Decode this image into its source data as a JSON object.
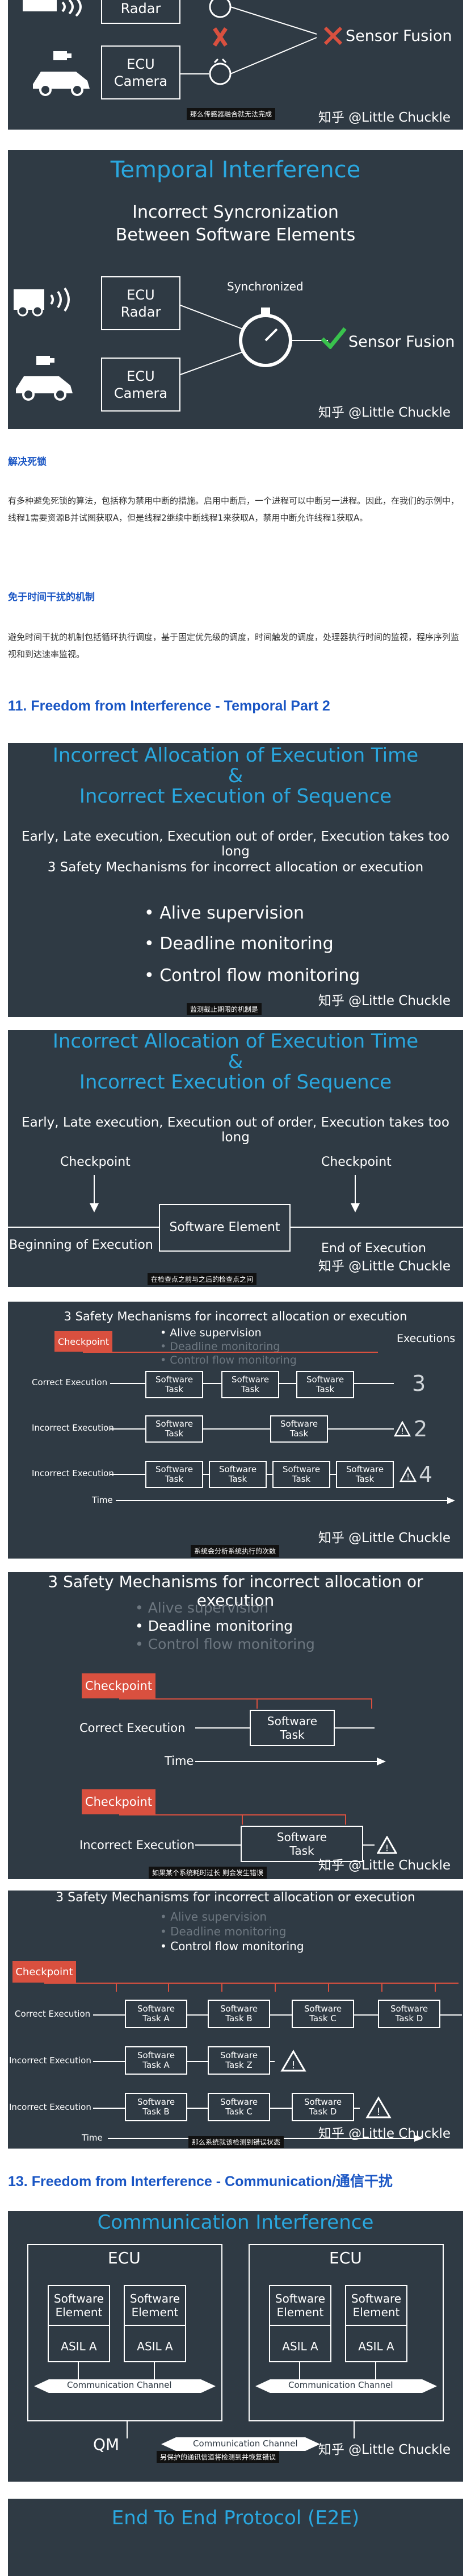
{
  "slide1": {
    "labels": {
      "radar": "Radar",
      "ecu": "ECU",
      "camera": "Camera",
      "fusion": "Sensor Fusion"
    },
    "watermark": "知乎 @Little Chuckle",
    "caption": "那么传感器融合就无法完成"
  },
  "slide2": {
    "title": "Temporal Interference",
    "subtitle_l1": "Incorrect Syncronization",
    "subtitle_l2": "Between Software Elements",
    "ecu_radar_l1": "ECU",
    "ecu_radar_l2": "Radar",
    "ecu_camera_l1": "ECU",
    "ecu_camera_l2": "Camera",
    "synchronized": "Synchronized",
    "fusion": "Sensor Fusion",
    "watermark": "知乎 @Little Chuckle"
  },
  "deadlock": {
    "heading": "解决死锁",
    "para": "有多种避免死锁的算法，包括称为禁用中断的措施。启用中断后，一个进程可以中断另一进程。因此，在我们的示例中，线程1需要资源B并试图获取A，但是线程2继续中断线程1来获取A，禁用中断允许线程1获取A。"
  },
  "mechanism": {
    "heading": "免于时间干扰的机制",
    "para": "避免时间干扰的机制包括循环执行调度，基于固定优先级的调度，时间触发的调度，处理器执行时间的监视，程序序列监视和到达速率监视。"
  },
  "section11": {
    "heading": "11. Freedom from Interference - Temporal Part 2"
  },
  "slide3": {
    "title_l1": "Incorrect Allocation of Execution Time",
    "title_l2": "&",
    "title_l3": "Incorrect Execution of Sequence",
    "line1": "Early, Late execution, Execution out of order, Execution takes too long",
    "line2": "3 Safety Mechanisms for incorrect allocation or execution",
    "bullets": [
      "Alive supervision",
      "Deadline monitoring",
      "Control flow monitoring"
    ],
    "watermark": "知乎 @Little Chuckle",
    "caption": "监测截止期限的机制是"
  },
  "slide4": {
    "title_l1": "Incorrect Allocation of Execution Time",
    "title_l2": "&",
    "title_l3": "Incorrect Execution of Sequence",
    "line1": "Early, Late execution, Execution out of order, Execution takes too long",
    "checkpoint_left": "Checkpoint",
    "checkpoint_right": "Checkpoint",
    "sw_element": "Software Element",
    "begin": "Beginning of Execution",
    "end": "End of Execution",
    "watermark": "知乎 @Little Chuckle",
    "caption": "在检查点之前与之后的检查点之间"
  },
  "slide5": {
    "title": "3 Safety Mechanisms for incorrect allocation or execution",
    "bullets": [
      "Alive supervision",
      "Deadline monitoring",
      "Control flow monitoring"
    ],
    "checkpoint": "Checkpoint",
    "executions": "Executions",
    "correct": "Correct Execution",
    "incorrect": "Incorrect Execution",
    "task_l1": "Software",
    "task_l2": "Task",
    "count_correct": "3",
    "count_incorrect1": "2",
    "count_incorrect2": "4",
    "time": "Time",
    "watermark": "知乎 @Little Chuckle",
    "caption": "系统会分析系统执行的次数"
  },
  "slide6": {
    "title": "3 Safety Mechanisms for incorrect allocation or execution",
    "bullets": [
      "Alive supervision",
      "Deadline monitoring",
      "Control flow monitoring"
    ],
    "checkpoint": "Checkpoint",
    "correct": "Correct Execution",
    "incorrect": "Incorrect Execution",
    "task_l1": "Software",
    "task_l2": "Task",
    "time": "Time",
    "watermark": "知乎 @Little Chuckle",
    "caption": "如果某个系统耗时过长 则会发生错误"
  },
  "slide7": {
    "title": "3 Safety Mechanisms for incorrect allocation or execution",
    "bullets": [
      "Alive supervision",
      "Deadline monitoring",
      "Control flow monitoring"
    ],
    "checkpoint": "Checkpoint",
    "correct": "Correct Execution",
    "incorrect": "Incorrect Execution",
    "row1": [
      [
        "Software",
        "Task A"
      ],
      [
        "Software",
        "Task B"
      ],
      [
        "Software",
        "Task C"
      ],
      [
        "Software",
        "Task D"
      ]
    ],
    "row2": [
      [
        "Software",
        "Task A"
      ],
      [
        "Software",
        "Task Z"
      ]
    ],
    "row3": [
      [
        "Software",
        "Task B"
      ],
      [
        "Software",
        "Task C"
      ],
      [
        "Software",
        "Task D"
      ]
    ],
    "time": "Time",
    "watermark": "知乎 @Little Chuckle",
    "caption": "那么系统就该检测到错误状态"
  },
  "section13": {
    "heading": "13. Freedom from Interference - Communication/通信干扰"
  },
  "slide8": {
    "title": "Communication Interference",
    "ecu": "ECU",
    "sw_l1": "Software",
    "sw_l2": "Element",
    "asil": "ASIL A",
    "channel": "Communication Channel",
    "qm": "QM",
    "watermark": "知乎 @Little Chuckle",
    "caption": "另保护的通讯信道将检测到并恢复错误"
  },
  "slide9": {
    "title": "End To End Protocol (E2E)"
  }
}
